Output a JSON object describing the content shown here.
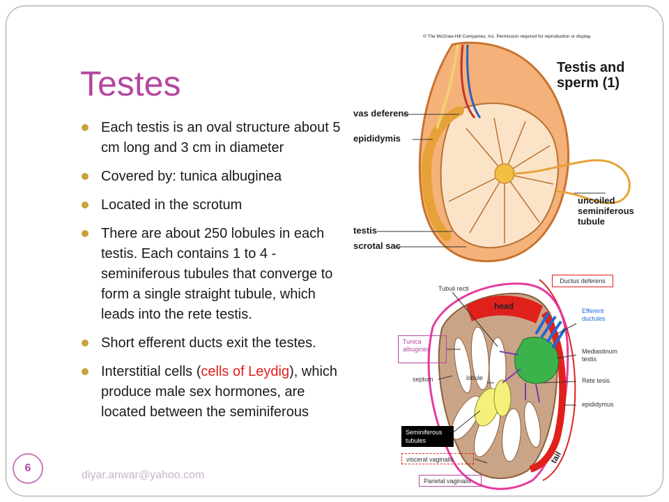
{
  "slide": {
    "title": "Testes",
    "bullets": [
      {
        "text": "Each testis is an oval structure about 5 cm long and 3 cm in diameter"
      },
      {
        "text": "Covered by: tunica albuginea"
      },
      {
        "text": "Located in the scrotum"
      },
      {
        "text": "There are about 250 lobules in each testis. Each contains 1 to 4 -seminiferous tubules that converge to form a single straight tubule, which leads into the rete testis."
      },
      {
        "text": "Short efferent ducts exit the testes."
      },
      {
        "before": "Interstitial cells (",
        "highlight": "cells of Leydig",
        "after": "), which produce male sex hormones, are located between the seminiferous"
      }
    ],
    "page_number": "6",
    "footer": "diyar.anwar@yahoo.com",
    "highlight_color": "#e0201b",
    "title_color": "#b5479f",
    "bullet_color": "#c7a33b"
  },
  "figure_top": {
    "copyright": "© The McGraw-Hill Companies, Inc. Permission required for reproduction or display.",
    "title_line1": "Testis and",
    "title_line2": "sperm (1)",
    "labels": {
      "vas_deferens": "vas deferens",
      "epididymis": "epididymis",
      "uncoiled_line1": "uncoiled",
      "uncoiled_line2": "seminiferous",
      "uncoiled_line3": "tubule",
      "testis": "testis",
      "scrotal_sac": "scrotal sac"
    }
  },
  "figure_bottom": {
    "ductus_deferens": "Ductus deferens",
    "tubuli_recti": "Tubuli recti",
    "head": "head",
    "efferent_line1": "Efferent",
    "efferent_line2": "ductules",
    "tunica_line1": "Tunica",
    "tunica_line2": "albuginea",
    "mediastinum_line1": "Mediastinum",
    "mediastinum_line2": "testis",
    "septum": "septum",
    "lobule": "lobule",
    "rete_tesis": "Rete tesis",
    "epididymus": "epididymus",
    "semi_line1": "Seminiferous",
    "semi_line2": "tubules",
    "tail": "tail",
    "visceral": "visceral vaginalis",
    "parietal": "Parietal vaginalis"
  }
}
